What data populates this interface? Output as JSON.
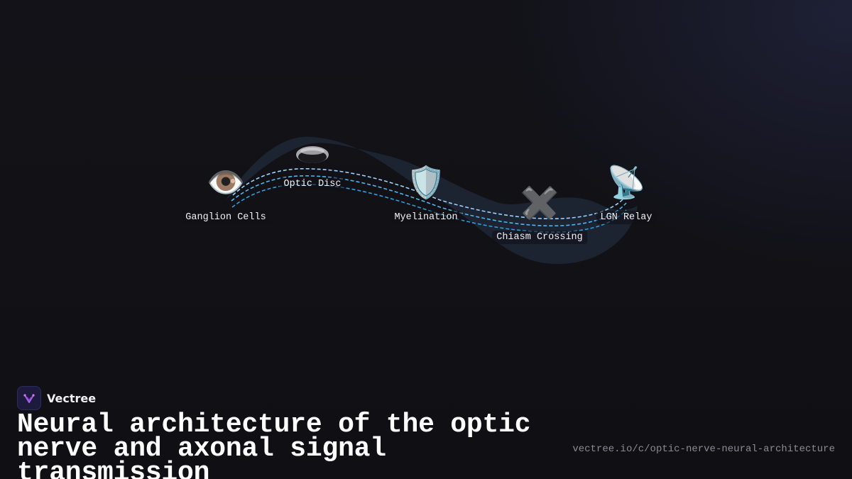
{
  "diagram": {
    "nodes": [
      {
        "id": "ganglion",
        "label": "Ganglion Cells",
        "icon": "eye-icon",
        "glyph": "👁️"
      },
      {
        "id": "disc",
        "label": "Optic Disc",
        "icon": "optic-disc-icon",
        "glyph": ""
      },
      {
        "id": "myelin",
        "label": "Myelination",
        "icon": "shield-icon",
        "glyph": "🛡️"
      },
      {
        "id": "chiasm",
        "label": "Chiasm Crossing",
        "icon": "cross-mark-icon",
        "glyph": "✖️"
      },
      {
        "id": "lgn",
        "label": "LGN Relay",
        "icon": "satellite-dish-icon",
        "glyph": "📡"
      }
    ],
    "colors": {
      "band": "#1f2635",
      "fiber_light": "#8ecbff",
      "fiber_dark": "#2ea3e6"
    }
  },
  "brand": {
    "name": "Vectree",
    "icon": "vectree-logo-icon"
  },
  "footer": {
    "title": "Neural architecture of the optic nerve and axonal signal transmission",
    "url": "vectree.io/c/optic-nerve-neural-architecture"
  }
}
